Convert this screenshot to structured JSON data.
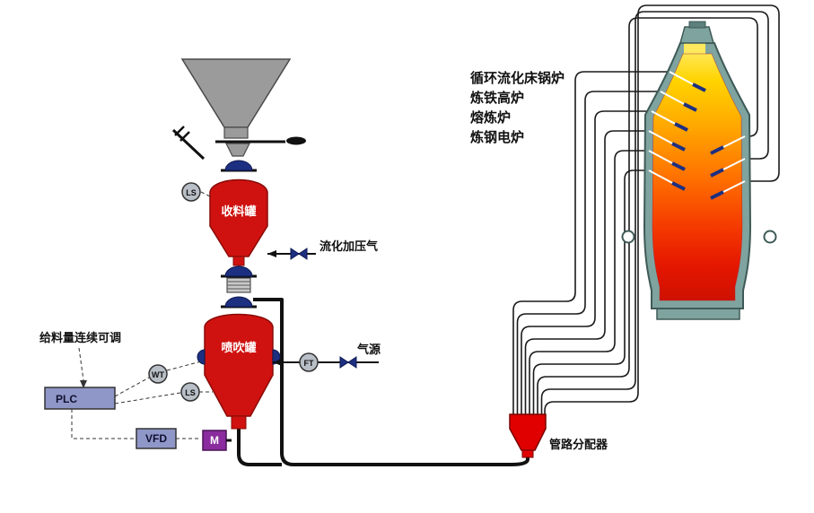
{
  "labels": {
    "receiving_tank": "收料罐",
    "injection_tank": "喷吹罐",
    "ls_top": "LS",
    "ls_bottom": "LS",
    "wt": "WT",
    "ft": "FT",
    "plc": "PLC",
    "vfd": "VFD",
    "motor": "M",
    "fluidizing_gas": "流化加压气",
    "gas_source": "气源",
    "feed_note": "给料量连续可调",
    "distributor": "管路分配器"
  },
  "applications": [
    "循环流化床锅炉",
    "炼铁高炉",
    "熔炼炉",
    "炼钢电炉"
  ],
  "colors": {
    "vessel_red": "#cf1210",
    "valve_blue": "#1d2f80",
    "furnace_shell": "#7fa39f",
    "flame_top": "#ffe95e",
    "flame_bottom": "#cf1000",
    "control_box": "#8f97c8",
    "motor_purple": "#8a2b9e",
    "distributor_red": "#e00000"
  }
}
